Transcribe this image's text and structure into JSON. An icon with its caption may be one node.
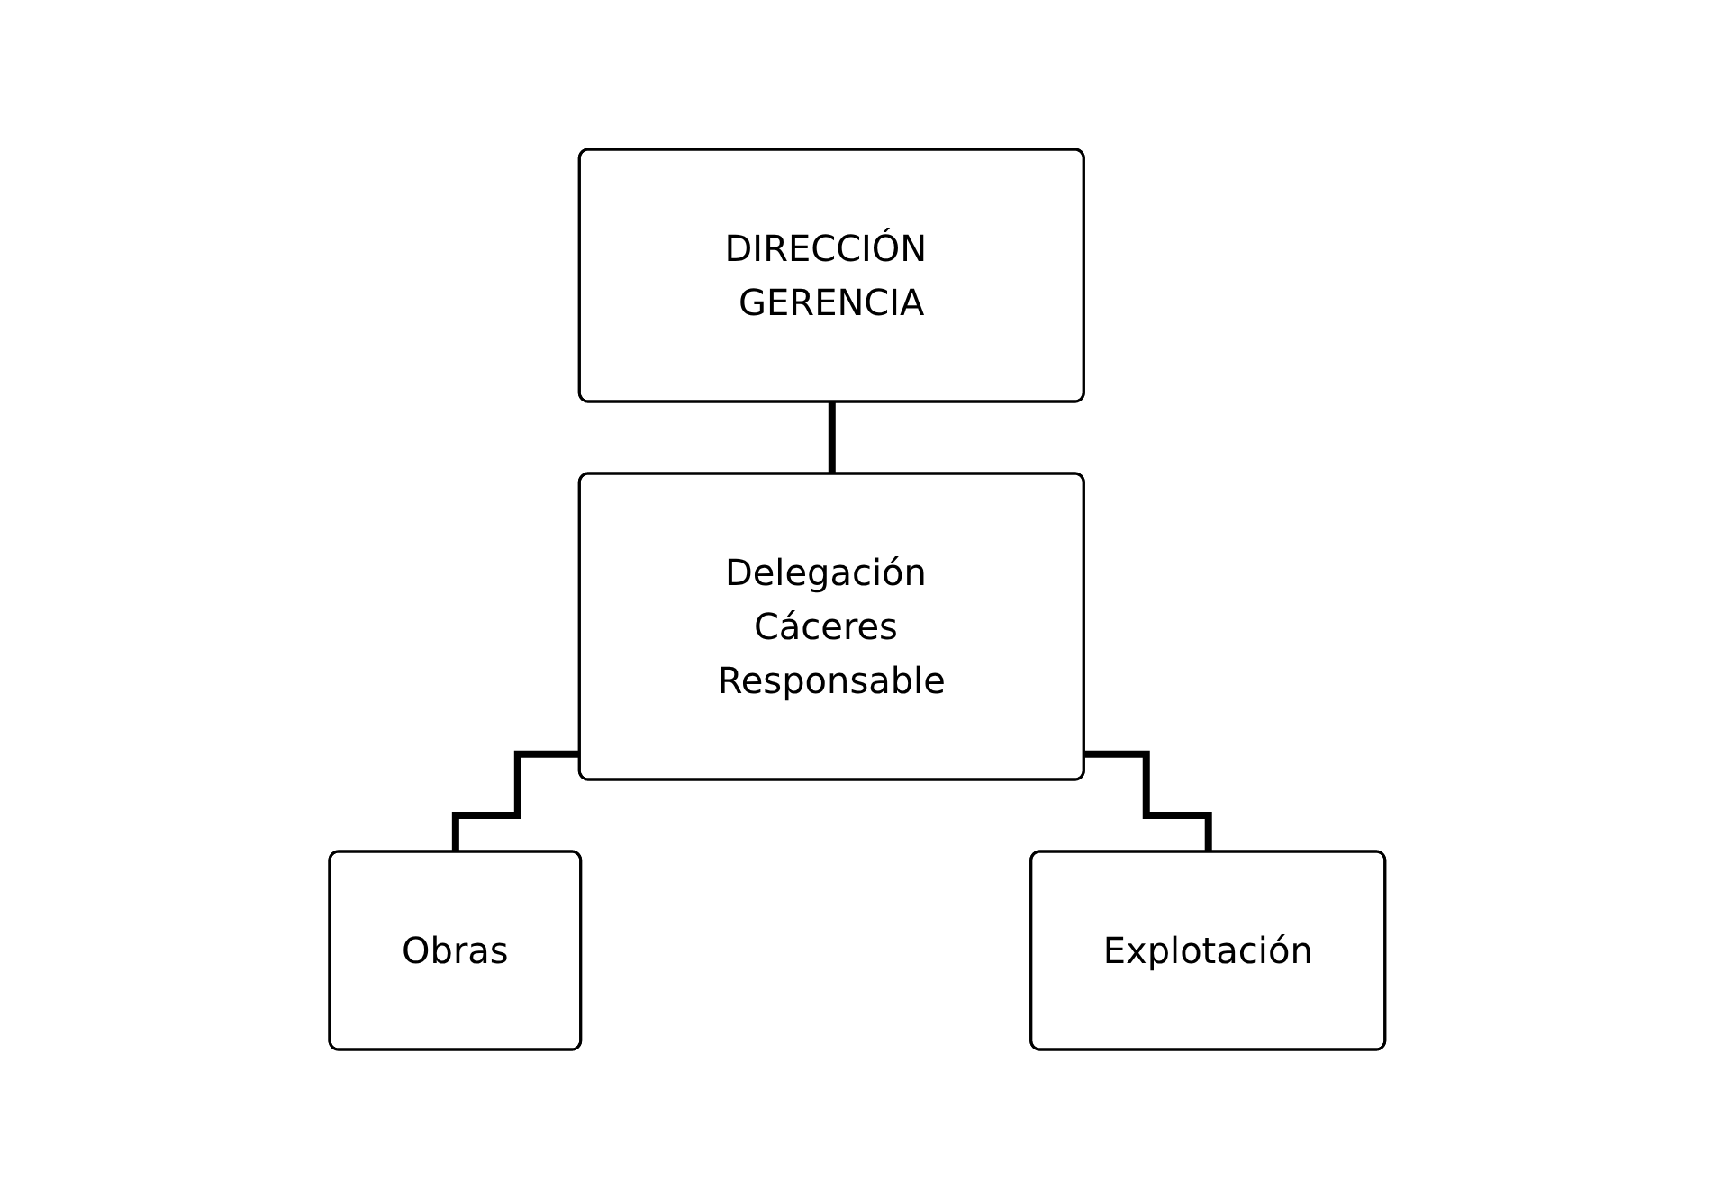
{
  "diagram": {
    "nodes": [
      {
        "text": [
          "DIRECCIÓN GERENCIA"
        ]
      },
      {
        "text": [
          "Delegación Cáceres Responsable"
        ]
      },
      {
        "text": [
          "Obras"
        ]
      },
      {
        "text": [
          "Explotación"
        ]
      }
    ],
    "edges": [
      {
        "from": 0,
        "to": 1,
        "arrow": "none"
      },
      {
        "from": 1,
        "to": 2,
        "arrow": "none"
      },
      {
        "from": 1,
        "to": 3,
        "arrow": "none"
      }
    ]
  }
}
